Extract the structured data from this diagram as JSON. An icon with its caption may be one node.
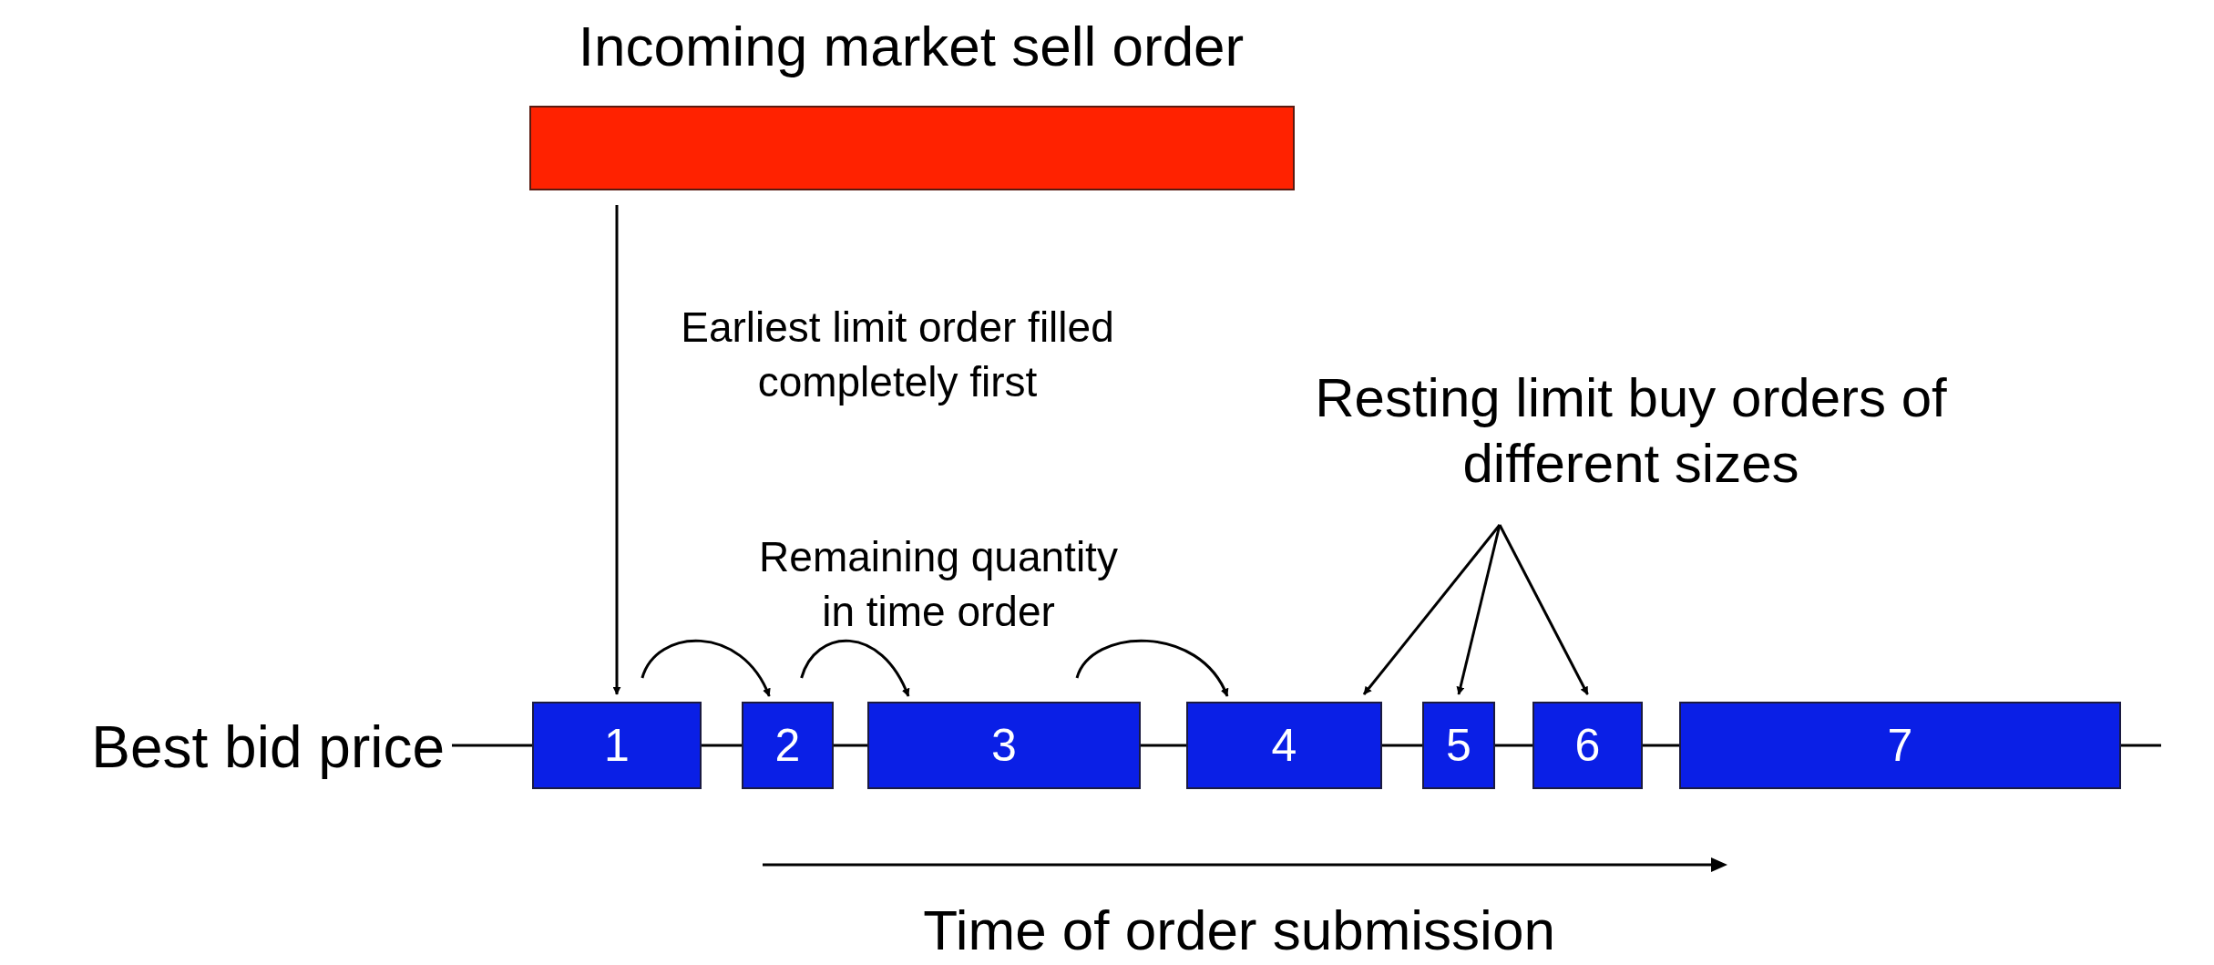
{
  "diagram": {
    "nodes": [
      {
        "text": [
          "Incoming market sell order"
        ]
      },
      {
        "text": [
          "1"
        ]
      },
      {
        "text": [
          "2"
        ]
      },
      {
        "text": [
          "3"
        ]
      },
      {
        "text": [
          "4"
        ]
      },
      {
        "text": [
          "5"
        ]
      },
      {
        "text": [
          "6"
        ]
      },
      {
        "text": [
          "7"
        ]
      },
      {
        "text": [
          "Best bid price"
        ]
      },
      {
        "text": [
          "Resting limit buy orders of different sizes"
        ]
      }
    ],
    "edges": [
      {
        "from": 0,
        "to": 1,
        "arrow": "to",
        "label": "Earliest limit order filled completely first"
      },
      {
        "from": 1,
        "to": 2,
        "arrow": "to"
      },
      {
        "from": 2,
        "to": 3,
        "arrow": "to"
      },
      {
        "from": 3,
        "to": 4,
        "arrow": "to"
      },
      {
        "from": 9,
        "to": 4,
        "arrow": "to"
      },
      {
        "from": 9,
        "to": 5,
        "arrow": "to"
      },
      {
        "from": 9,
        "to": 6,
        "arrow": "to"
      },
      {
        "from": 8,
        "to": 1,
        "arrow": "none"
      },
      {
        "from": 1,
        "to": 2,
        "arrow": "none"
      },
      {
        "from": 2,
        "to": 3,
        "arrow": "none"
      },
      {
        "from": 3,
        "to": 4,
        "arrow": "none"
      },
      {
        "from": 4,
        "to": 5,
        "arrow": "none"
      },
      {
        "from": 5,
        "to": 6,
        "arrow": "none"
      },
      {
        "from": 6,
        "to": 7,
        "arrow": "none"
      },
      {
        "from": 7,
        "to": null,
        "arrow": "none"
      }
    ],
    "labels": [
      "Remaining quantity in time order",
      "Time of order submission"
    ]
  }
}
